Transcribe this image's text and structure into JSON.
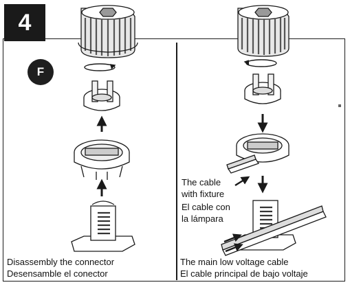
{
  "step_number": "4",
  "badge_letter": "F",
  "left_caption": {
    "line1": "Disassembly the connector",
    "line2": "Desensamble el conector"
  },
  "right_side_label": {
    "line1": "The cable",
    "line2": "with fixture",
    "line3": "El cable con",
    "line4": "la lámpara"
  },
  "right_caption": {
    "line1": "The main low voltage cable",
    "line2": "El cable principal de bajo voltaje"
  },
  "colors": {
    "ink": "#1a1a1a",
    "fill_light": "#ffffff",
    "shade": "#bdbdbd"
  }
}
